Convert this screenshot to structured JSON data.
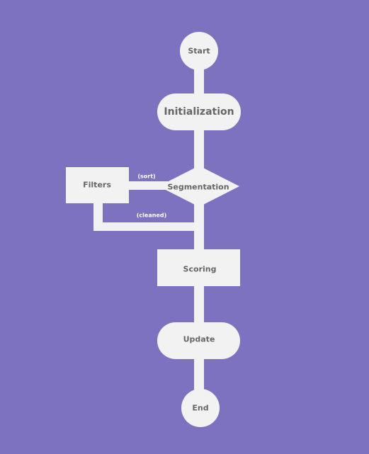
{
  "diagram": {
    "background_color": "#7c72bf",
    "node_fill": "#f2f2f2",
    "label_color": "#666666",
    "edge_label_color": "#ffffff",
    "nodes": {
      "start": "Start",
      "initialization": "Initialization",
      "segmentation": "Segmentation",
      "filters": "Filters",
      "scoring": "Scoring",
      "update": "Update",
      "end": "End"
    },
    "edges": {
      "segmentation_to_filters": "(sort)",
      "filters_to_main": "(cleaned)"
    }
  }
}
